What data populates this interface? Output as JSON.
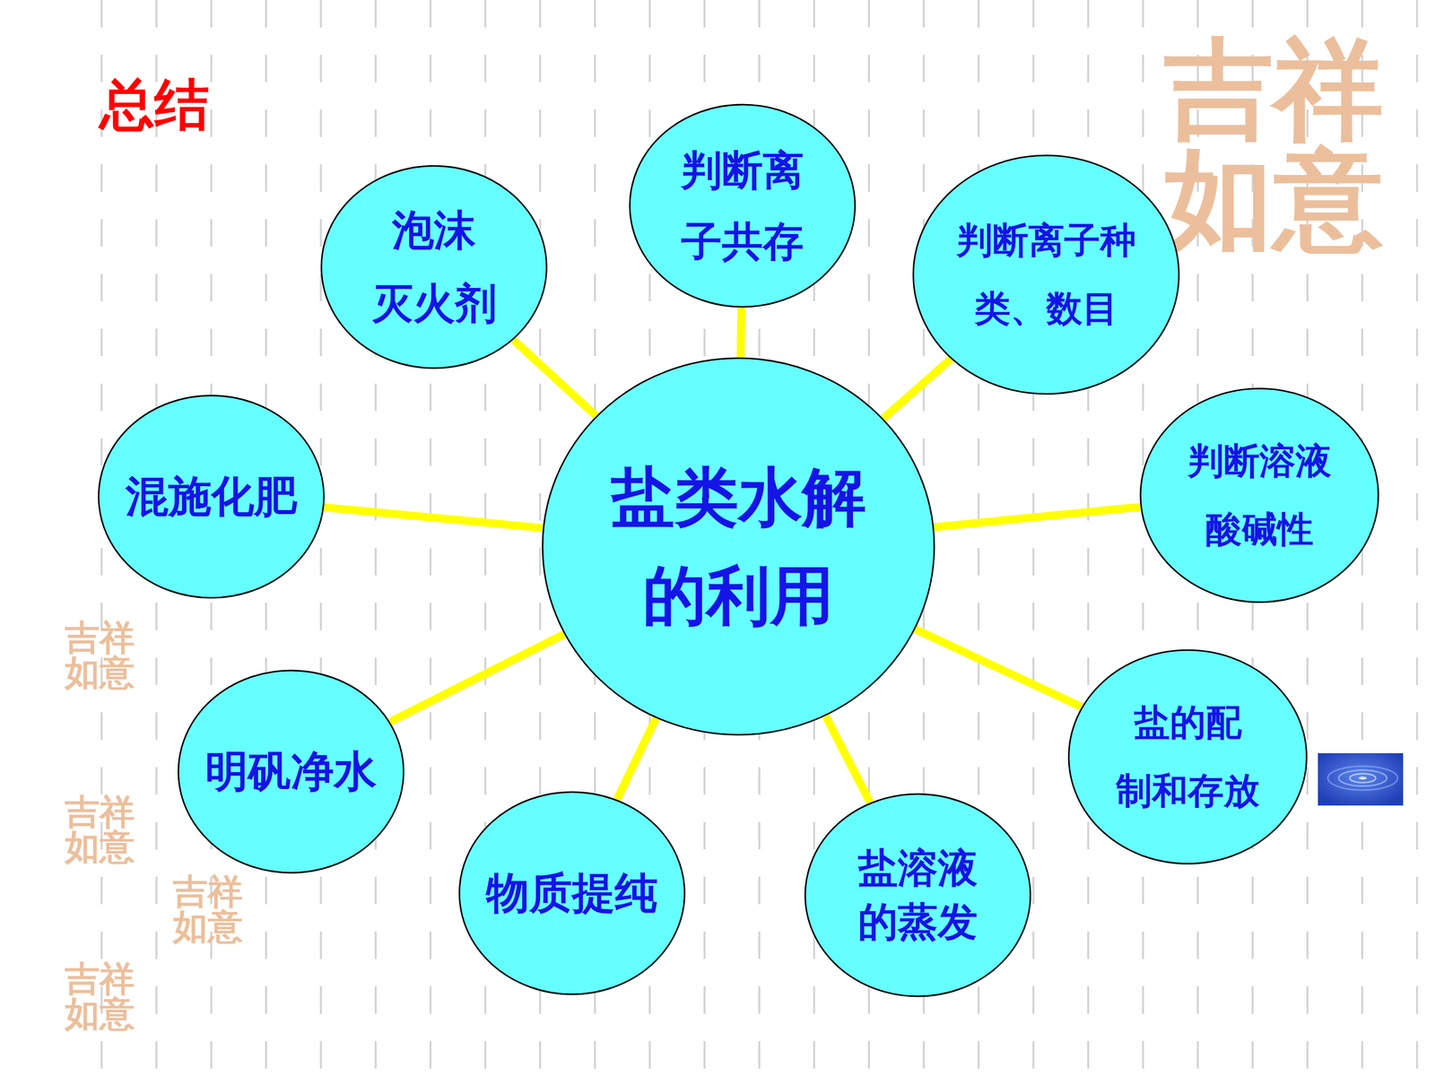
{
  "diagram": {
    "title": "总结",
    "nodes": [
      {
        "text": [
          "盐类水解 的利用"
        ]
      },
      {
        "text": [
          "判断离 子共存"
        ]
      },
      {
        "text": [
          "判断离子种 类、数目"
        ]
      },
      {
        "text": [
          "判断溶液 酸碱性"
        ]
      },
      {
        "text": [
          "盐的配 制和存放"
        ]
      },
      {
        "text": [
          "盐溶液 的蒸发"
        ]
      },
      {
        "text": [
          "物质提纯"
        ]
      },
      {
        "text": [
          "明矾净水"
        ]
      },
      {
        "text": [
          "混施化肥"
        ]
      },
      {
        "text": [
          "泡沫 灭火剂"
        ]
      }
    ],
    "edges": [
      {
        "from": 0,
        "to": 1,
        "arrow": "none"
      },
      {
        "from": 0,
        "to": 2,
        "arrow": "none"
      },
      {
        "from": 0,
        "to": 3,
        "arrow": "none"
      },
      {
        "from": 0,
        "to": 4,
        "arrow": "none"
      },
      {
        "from": 0,
        "to": 5,
        "arrow": "none"
      },
      {
        "from": 0,
        "to": 6,
        "arrow": "none"
      },
      {
        "from": 0,
        "to": 7,
        "arrow": "none"
      },
      {
        "from": 0,
        "to": 8,
        "arrow": "none"
      },
      {
        "from": 0,
        "to": 9,
        "arrow": "none"
      }
    ],
    "labels": [
      "吉祥如意",
      "吉祥如意",
      "吉祥如意",
      "吉祥如意",
      "吉祥如意"
    ]
  }
}
